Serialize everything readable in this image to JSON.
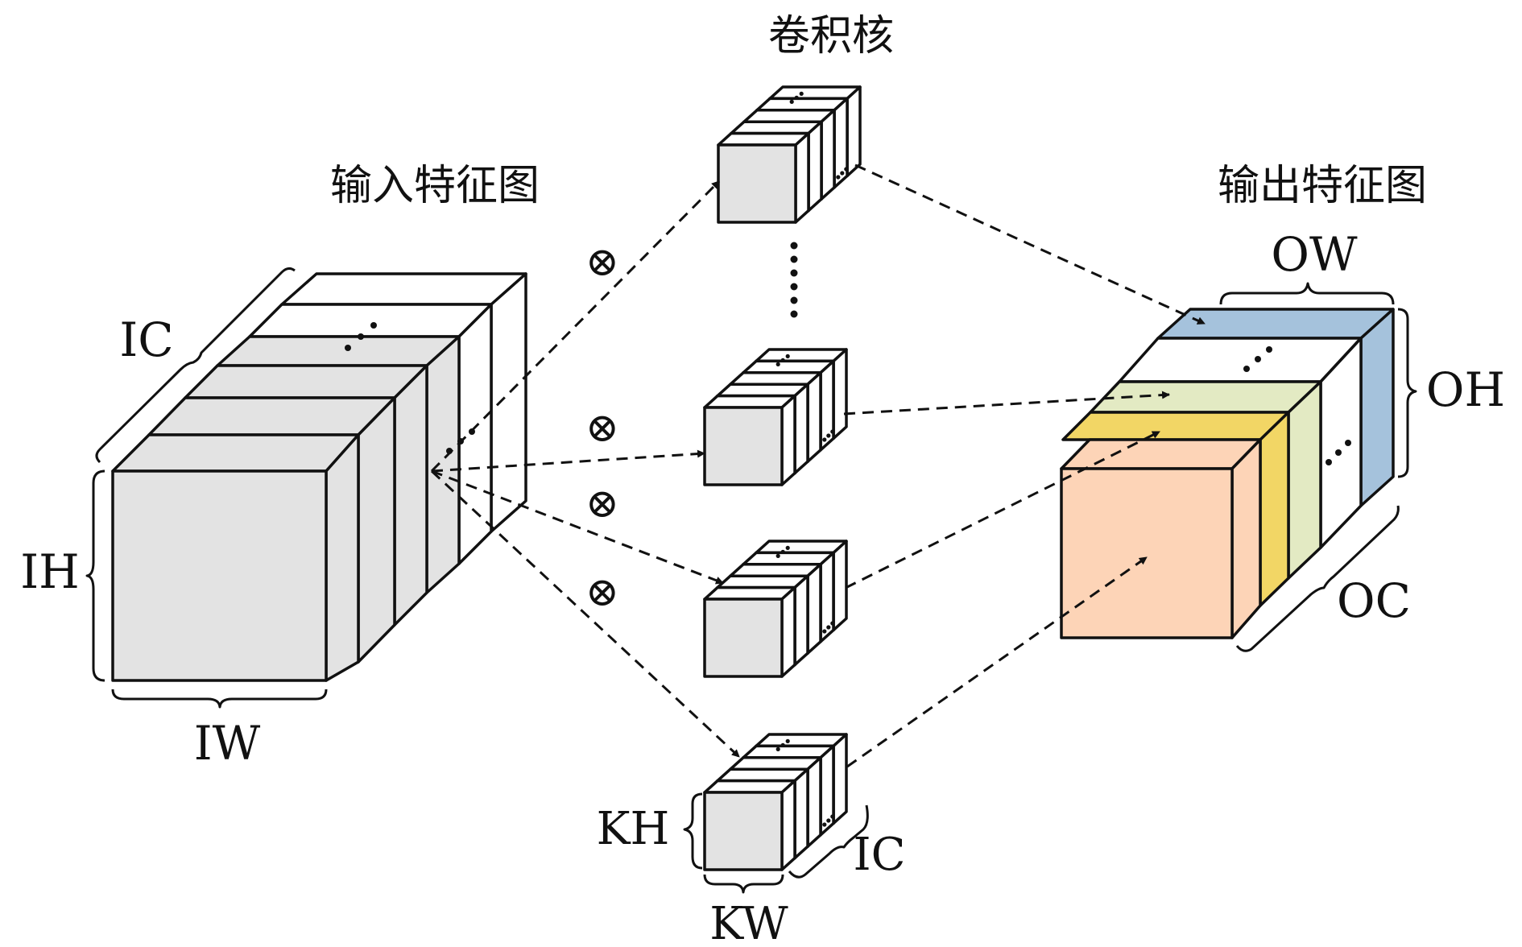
{
  "titles": {
    "input": "输入特征图",
    "kernel": "卷积核",
    "output": "输出特征图"
  },
  "labels": {
    "ic_input": "IC",
    "ih": "IH",
    "iw": "IW",
    "kh": "KH",
    "kw": "KW",
    "ic_kernel": "IC",
    "ow": "OW",
    "oh": "OH",
    "oc": "OC"
  },
  "operator": "⊗",
  "colors": {
    "face_front": "#e3e3e3",
    "face_top": "#ffffff",
    "face_side": "#ffffff",
    "out_front": "#fdd4b7",
    "out_yellow": "#f2d665",
    "out_green": "#e3eac3",
    "out_blue": "#a5c2dc",
    "out_white": "#ffffff"
  }
}
